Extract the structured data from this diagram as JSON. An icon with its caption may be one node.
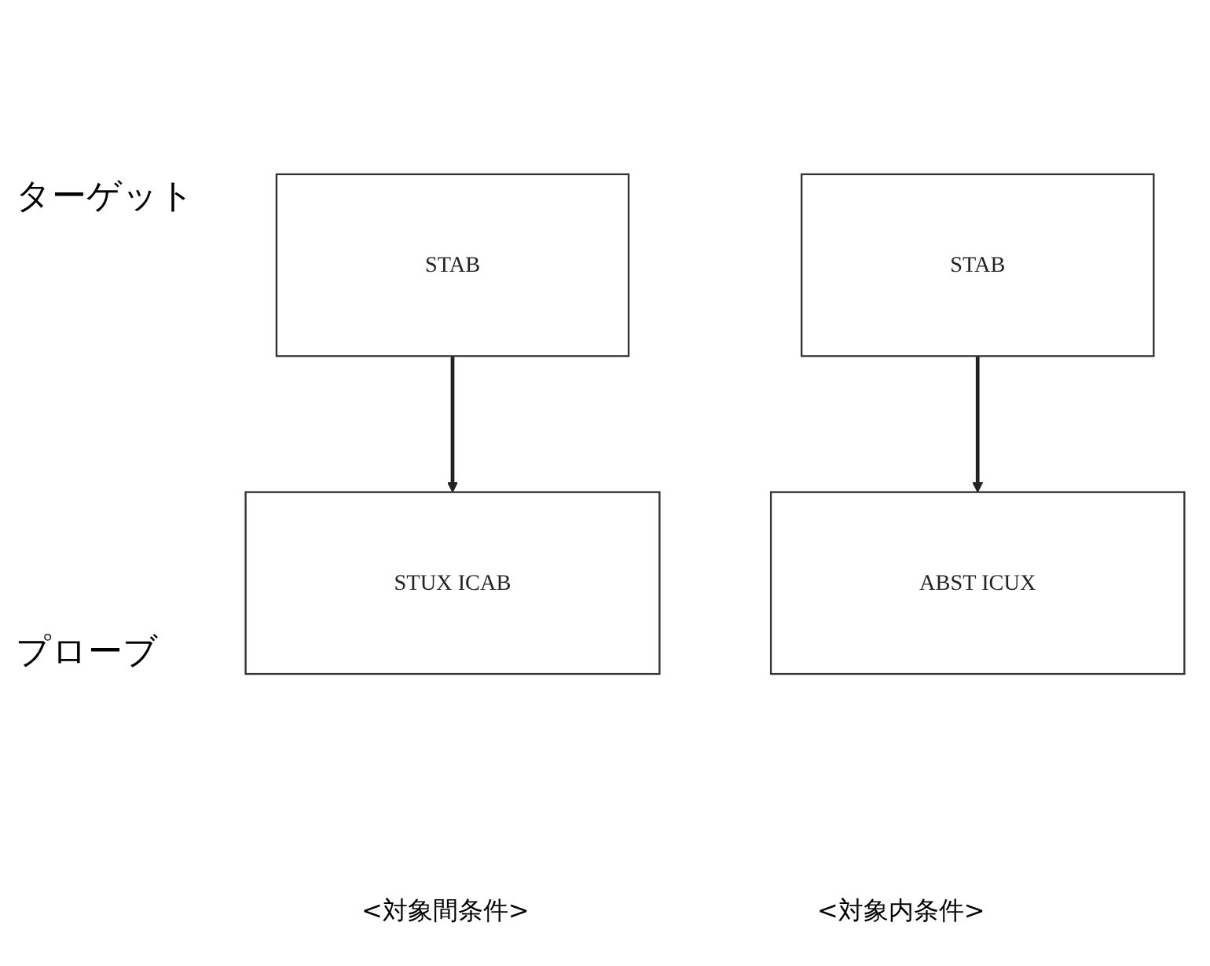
{
  "diagram": {
    "nodes": [
      {
        "text": [
          "STAB"
        ]
      },
      {
        "text": [
          "STAB"
        ]
      },
      {
        "text": [
          "STUX ICAB"
        ]
      },
      {
        "text": [
          "ABST ICUX"
        ]
      }
    ],
    "edges": [
      {
        "from": 0,
        "to": 2,
        "arrow": "to"
      },
      {
        "from": 1,
        "to": 3,
        "arrow": "to"
      }
    ],
    "labels": [
      "ターゲット",
      "プローブ",
      "<対象間条件>",
      "<対象内条件>"
    ]
  }
}
